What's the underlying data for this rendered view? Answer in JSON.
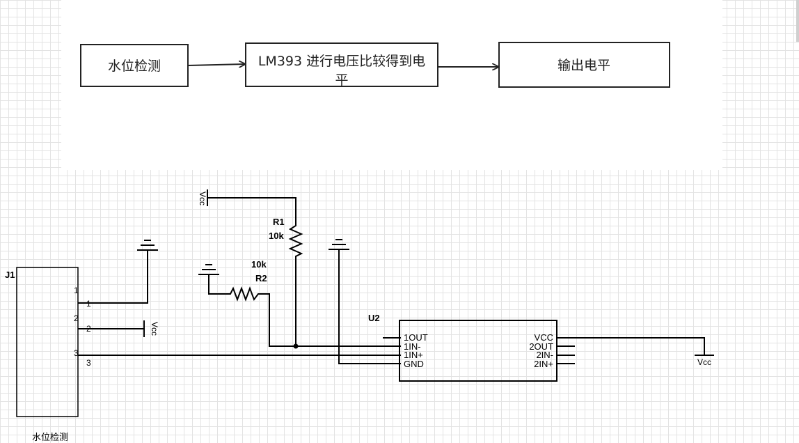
{
  "flowchart": {
    "box1": "水位检测",
    "box2_line1": "LM393 进行电压比较得到电",
    "box2_line2": "平",
    "box3": "输出电平"
  },
  "schematic": {
    "j1": {
      "ref": "J1",
      "caption": "水位检测",
      "pins_outer": [
        "1",
        "2",
        "3"
      ],
      "pins_inner": [
        "1",
        "2",
        "3"
      ]
    },
    "r1": {
      "ref": "R1",
      "value": "10k"
    },
    "r2": {
      "ref": "R2",
      "value": "10k"
    },
    "u2": {
      "ref": "U2",
      "left_pins": [
        "1OUT",
        "1IN-",
        "1IN+",
        "GND"
      ],
      "right_pins": [
        "VCC",
        "2OUT",
        "2IN-",
        "2IN+"
      ]
    },
    "vcc_label": "Vcc"
  }
}
